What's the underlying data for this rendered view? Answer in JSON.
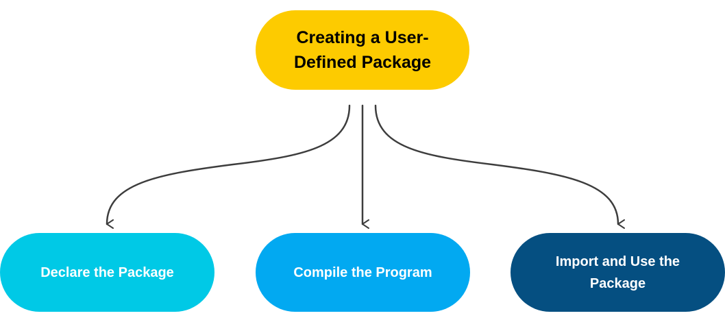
{
  "diagram": {
    "root": {
      "label": "Creating a User-Defined Package",
      "color": "#FDCB00",
      "text_color": "#000000"
    },
    "steps": [
      {
        "label": "Declare the Package",
        "color": "#00C9E6",
        "text_color": "#FFFFFF"
      },
      {
        "label": "Compile the Program",
        "color": "#02A9F1",
        "text_color": "#FFFFFF"
      },
      {
        "label": "Import and Use the Package",
        "color": "#054F81",
        "text_color": "#FFFFFF"
      }
    ],
    "connector_color": "#3D3D3D"
  }
}
